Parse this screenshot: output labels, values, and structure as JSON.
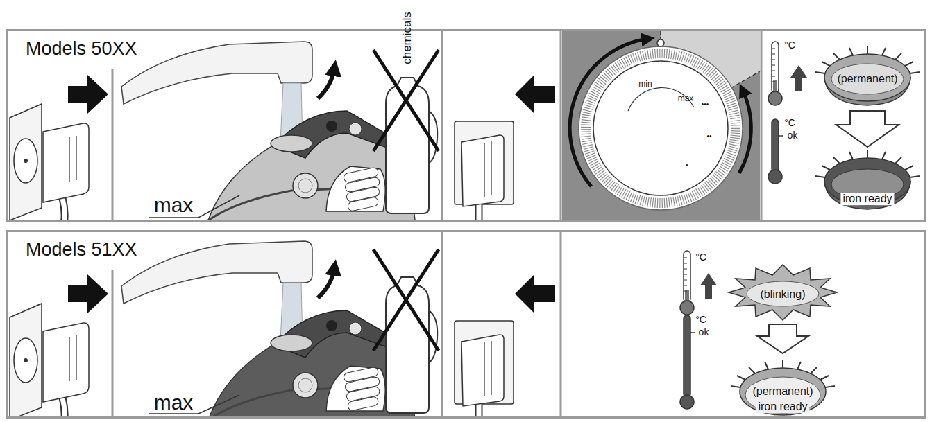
{
  "diagram": {
    "nodes": [
      {
        "text": [
          "Models 50XX"
        ]
      },
      {
        "text": [
          "Models 51XX"
        ]
      }
    ],
    "labels": [
      "max",
      "chemicals",
      "min",
      "max",
      "•••",
      "••",
      "•",
      "°C",
      "°C",
      "ok",
      "(permanent)",
      "iron ready",
      "max",
      "°C",
      "°C",
      "ok",
      "(blinking)",
      "(permanent)",
      "iron ready"
    ]
  }
}
